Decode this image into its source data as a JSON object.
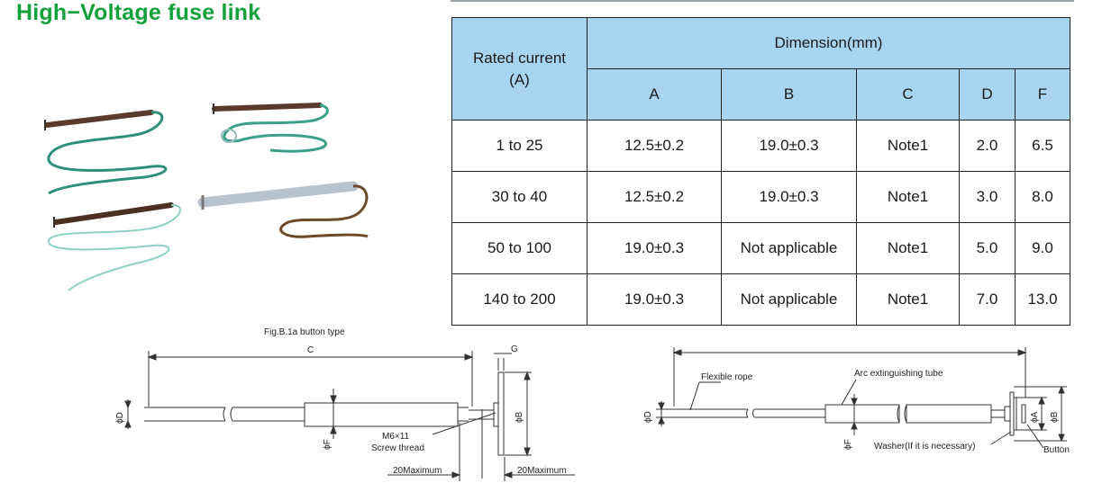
{
  "title": "High−Voltage fuse link",
  "table": {
    "rated_current_header": "Rated current",
    "rated_current_unit": "(A)",
    "dimension_header": "Dimension(mm)",
    "columns": [
      "A",
      "B",
      "C",
      "D",
      "F"
    ],
    "rows": [
      {
        "current": "1 to 25",
        "A": "12.5±0.2",
        "B": "19.0±0.3",
        "C": "Note1",
        "D": "2.0",
        "F": "6.5"
      },
      {
        "current": "30 to 40",
        "A": "12.5±0.2",
        "B": "19.0±0.3",
        "C": "Note1",
        "D": "3.0",
        "F": "8.0"
      },
      {
        "current": "50 to 100",
        "A": "19.0±0.3",
        "B": "Not applicable",
        "C": "Note1",
        "D": "5.0",
        "F": "9.0"
      },
      {
        "current": "140 to 200",
        "A": "19.0±0.3",
        "B": "Not applicable",
        "C": "Note1",
        "D": "7.0",
        "F": "13.0"
      }
    ]
  },
  "fig_left": {
    "caption": "Fig.B.1a button type",
    "label_c": "C",
    "label_g": "G",
    "label_d": "ϕD",
    "label_f": "ϕF",
    "label_b": "ϕB",
    "thread_1": "M6×11",
    "thread_2": "Screw thread",
    "max_left": "20Maximum",
    "max_right": "20Maximum"
  },
  "fig_right": {
    "flexible_rope": "Flexible rope",
    "arc_tube": "Arc extinguishing tube",
    "washer": "Washer(If it is necessary)",
    "button": "Button",
    "label_d": "ϕD",
    "label_f": "ϕF",
    "label_a": "ϕA",
    "label_b": "ϕB"
  },
  "colors": {
    "title": "#14a03a",
    "table_header": "#a9d4ef"
  }
}
